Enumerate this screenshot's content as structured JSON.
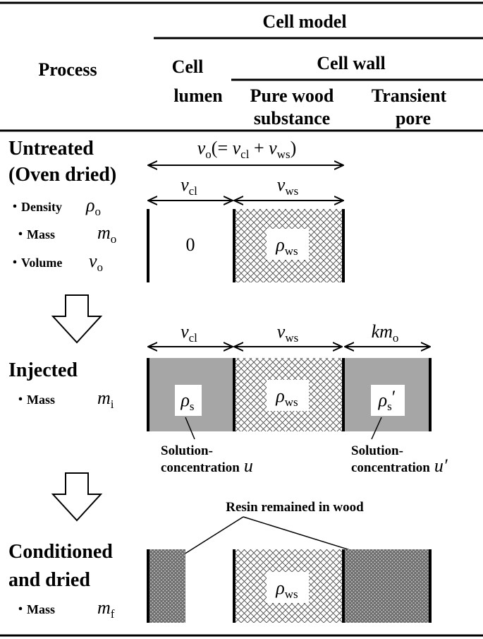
{
  "header": {
    "cell_model": "Cell model",
    "process": "Process",
    "cell_wall": "Cell wall",
    "cell": "Cell",
    "lumen": "lumen",
    "pure_wood_1": "Pure wood",
    "pure_wood_2": "substance",
    "transient_1": "Transient",
    "transient_2": "pore"
  },
  "stage_untreated": {
    "title_1": "Untreated",
    "title_2": "(Oven dried)",
    "density_label": "・Density",
    "density_sym": "ρ",
    "density_sub": "o",
    "mass_label": "・Mass",
    "mass_sym": "m",
    "mass_sub": "o",
    "volume_label": "・Volume",
    "volume_sym": "v",
    "volume_sub": "o",
    "v0_sym": "v",
    "v0_sub": "o",
    "v0_mid": "(= ",
    "v0_vcl_sym": "v",
    "v0_vcl_sub": "cl",
    "v0_plus": " + ",
    "v0_vws_sym": "v",
    "v0_vws_sub": "ws",
    "v0_close": ")",
    "vcl_sym": "v",
    "vcl_sub": "cl",
    "vws_sym": "v",
    "vws_sub": "ws",
    "lumen_value": "0",
    "rho_ws_sym": "ρ",
    "rho_ws_sub": "ws"
  },
  "stage_injected": {
    "title": "Injected",
    "mass_label": "・Mass",
    "mass_sym": "m",
    "mass_sub": "i",
    "vcl_sym": "v",
    "vcl_sub": "cl",
    "vws_sym": "v",
    "vws_sub": "ws",
    "km_sym": "km",
    "km_sub": "o",
    "rho_s_sym": "ρ",
    "rho_s_sub": "s",
    "rho_ws_sym": "ρ",
    "rho_ws_sub": "ws",
    "rho_s2_sym": "ρ",
    "rho_s2_sub": "s",
    "rho_s2_prime": "′",
    "sol1_line1": "Solution-",
    "sol1_line2": "concentration",
    "sol1_sym": "u",
    "sol2_line1": "Solution-",
    "sol2_line2": "concentration",
    "sol2_sym": "u′"
  },
  "stage_conditioned": {
    "resin_label": "Resin remained in wood",
    "title_1": "Conditioned",
    "title_2": "and dried",
    "mass_label": "・Mass",
    "mass_sym": "m",
    "mass_sub": "f",
    "rho_ws_sym": "ρ",
    "rho_ws_sub": "ws"
  },
  "colors": {
    "solution_fill": "#a6a6a6",
    "resin_fill": "#6e6e6e",
    "line": "#000000"
  }
}
